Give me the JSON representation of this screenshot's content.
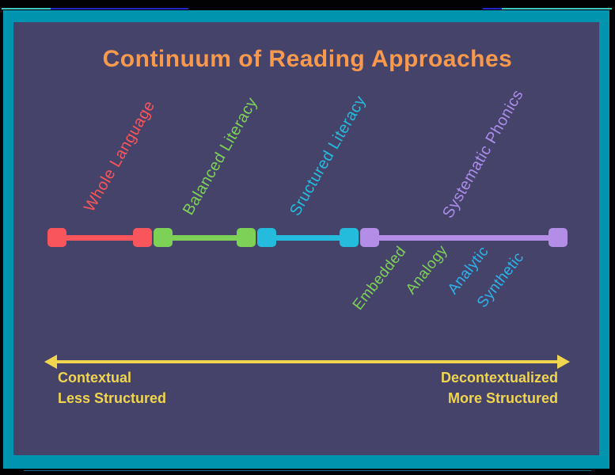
{
  "title": "Continuum of Reading Approaches",
  "colors": {
    "background_outer": "#020204",
    "frame_teal": "#0094AE",
    "background_inner": "#45436A",
    "title_orange": "#F8994E",
    "whole_language_red": "#F9555C",
    "balanced_literacy_green": "#7ED157",
    "structured_literacy_cyan": "#25BBDC",
    "systematic_phonics_purple": "#B48EE6",
    "phonics_blue_label": "#2FB2E8",
    "axis_yellow": "#F0D54F"
  },
  "continuum": {
    "approaches": [
      {
        "label": "Whole Language",
        "color": "#F9555C"
      },
      {
        "label": "Balanced Literacy",
        "color": "#7ED157"
      },
      {
        "label": "Sructured Literacy",
        "color": "#25BBDC"
      },
      {
        "label": "Systematic Phonics",
        "color": "#B48EE6"
      }
    ],
    "phonics_types": [
      {
        "label": "Embedded",
        "color": "#7ED157"
      },
      {
        "label": "Analogy",
        "color": "#7ED157"
      },
      {
        "label": "Analytic",
        "color": "#2FB2E8"
      },
      {
        "label": "Synthetic",
        "color": "#2FB2E8"
      }
    ]
  },
  "axis": {
    "left": {
      "line1": "Contextual",
      "line2": "Less Structured"
    },
    "right": {
      "line1": "Decontextualized",
      "line2": "More Structured"
    }
  }
}
